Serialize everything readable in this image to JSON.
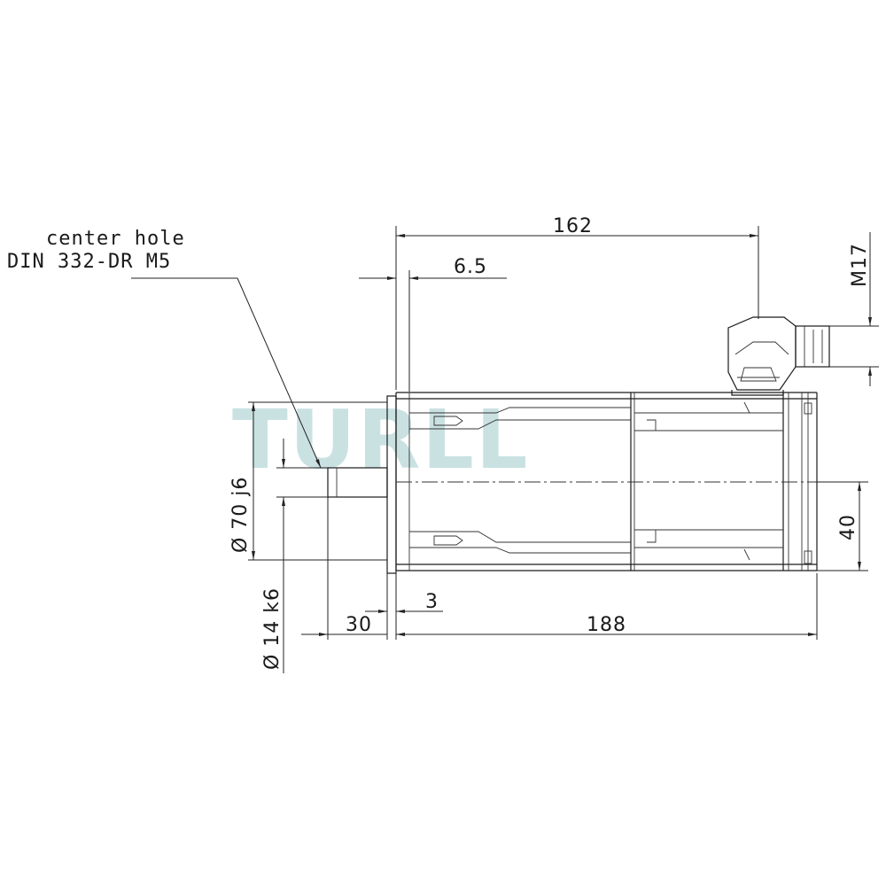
{
  "watermark": {
    "text": "TURLL",
    "color": "#9fc9cc"
  },
  "note": {
    "line1": "center hole",
    "line2": "DIN 332-DR M5"
  },
  "dimensions": {
    "overall_length": "162",
    "flange_offset": "6.5",
    "connector_thread": "M17",
    "pilot_diameter": "Ø 70 j6",
    "shaft_diameter": "Ø 14 k6",
    "shaft_length": "30",
    "flange_thickness": "3",
    "body_length": "188",
    "connector_height": "40"
  }
}
